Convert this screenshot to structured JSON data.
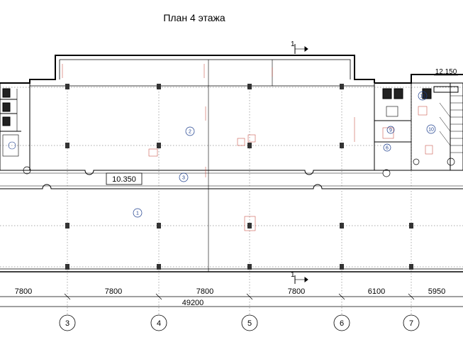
{
  "title": "План 4 этажа",
  "levels": {
    "main": "10.350",
    "stair": "12.150"
  },
  "section_mark": "1",
  "dimensions": {
    "spans": [
      "7800",
      "7800",
      "7800",
      "7800",
      "6100",
      "5950"
    ],
    "total": "49200"
  },
  "axes": [
    "3",
    "4",
    "5",
    "6",
    "7"
  ],
  "rooms": [
    "1",
    "2",
    "3",
    "6",
    "9",
    "10",
    "11"
  ],
  "colors": {
    "line": "#000000",
    "grid_line": "#555555",
    "room_marker": "#1a3c8c",
    "annotation": "#c0392b",
    "column": "#333333"
  }
}
